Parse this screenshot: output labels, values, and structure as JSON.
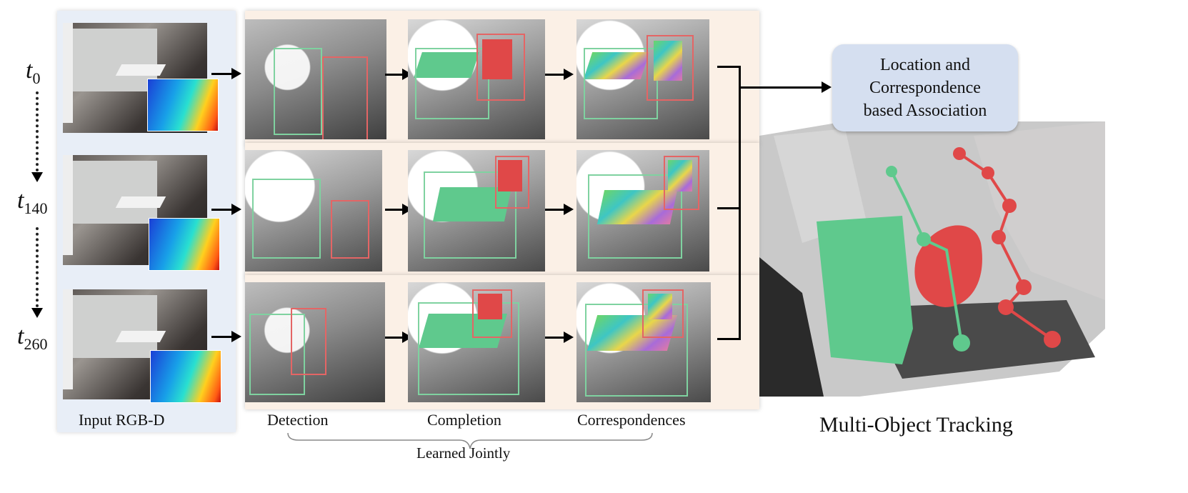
{
  "time_steps": [
    {
      "base": "t",
      "sub": "0"
    },
    {
      "base": "t",
      "sub": "140"
    },
    {
      "base": "t",
      "sub": "260"
    }
  ],
  "captions": {
    "input": "Input RGB-D",
    "detection": "Detection",
    "completion": "Completion",
    "correspondences": "Correspondences",
    "learned_jointly": "Learned Jointly",
    "multi_object_tracking": "Multi-Object Tracking"
  },
  "association_box": {
    "line1": "Location and",
    "line2": "Correspondence",
    "line3": "based Association"
  },
  "colors": {
    "green_object": "#5fc98d",
    "red_object": "#e04848",
    "panel_bg": "#fbf0e6",
    "input_panel_bg": "#e8eef7",
    "assoc_box_bg": "#d5dff0"
  }
}
